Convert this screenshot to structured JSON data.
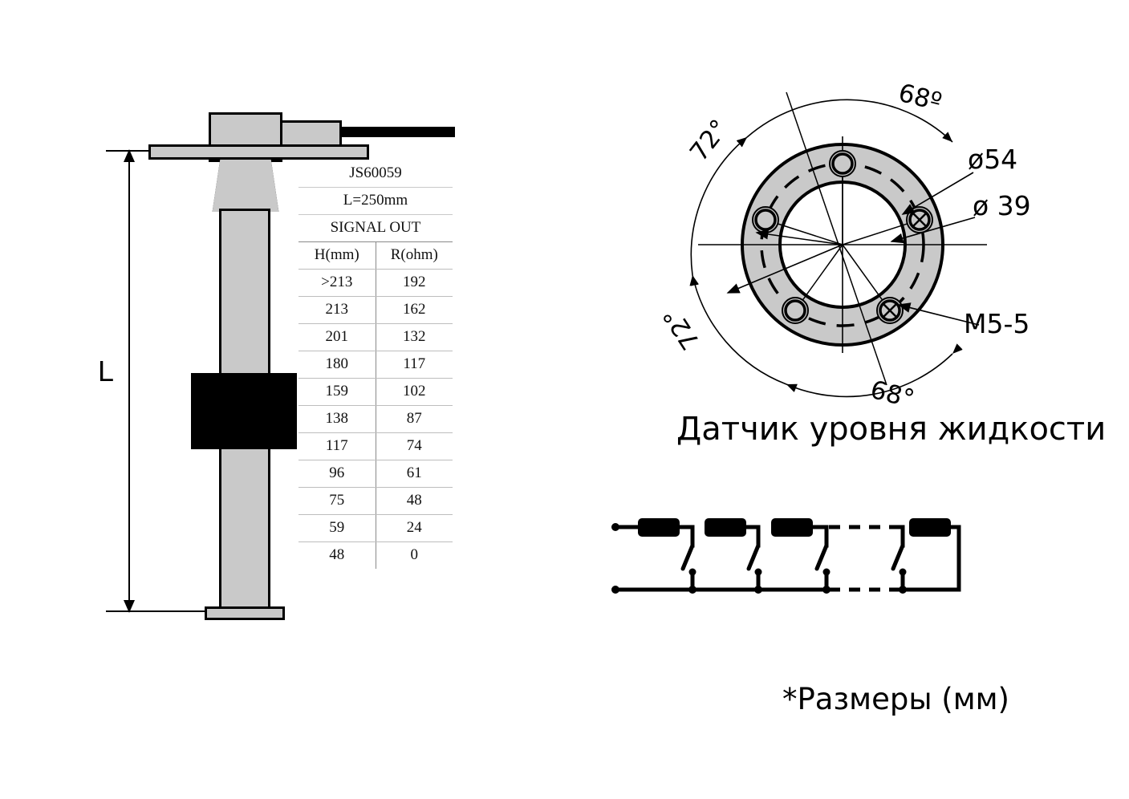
{
  "document": {
    "kind": "technical-drawing",
    "caption": "Датчик уровня жидкости",
    "footnote": "*Размеры (мм)"
  },
  "sensor": {
    "dimension_label": "L"
  },
  "spec_table": {
    "part_number": "JS60059",
    "length": "L=250mm",
    "signal": "SIGNAL OUT",
    "headers": [
      "H(mm)",
      "R(ohm)"
    ],
    "rows": [
      [
        ">213",
        "192"
      ],
      [
        "213",
        "162"
      ],
      [
        "201",
        "132"
      ],
      [
        "180",
        "117"
      ],
      [
        "159",
        "102"
      ],
      [
        "138",
        "87"
      ],
      [
        "117",
        "74"
      ],
      [
        "96",
        "61"
      ],
      [
        "75",
        "48"
      ],
      [
        "59",
        "24"
      ],
      [
        "48",
        "0"
      ]
    ]
  },
  "flange": {
    "angle_top": "68º",
    "angle_top_left": "72°",
    "angle_bottom_left": "72°",
    "angle_bottom": "68°",
    "dia_outer": "ø54",
    "dia_inner": "ø 39",
    "thread": "M5-5",
    "hole_count": 5,
    "fill_color": "#c9c9c9"
  },
  "chart_data": {
    "type": "table",
    "title": "SIGNAL OUT",
    "xlabel": "H(mm)",
    "ylabel": "R(ohm)",
    "categories": [
      ">213",
      "213",
      "201",
      "180",
      "159",
      "138",
      "117",
      "96",
      "75",
      "59",
      "48"
    ],
    "values": [
      192,
      162,
      132,
      117,
      102,
      87,
      74,
      61,
      48,
      24,
      0
    ]
  }
}
